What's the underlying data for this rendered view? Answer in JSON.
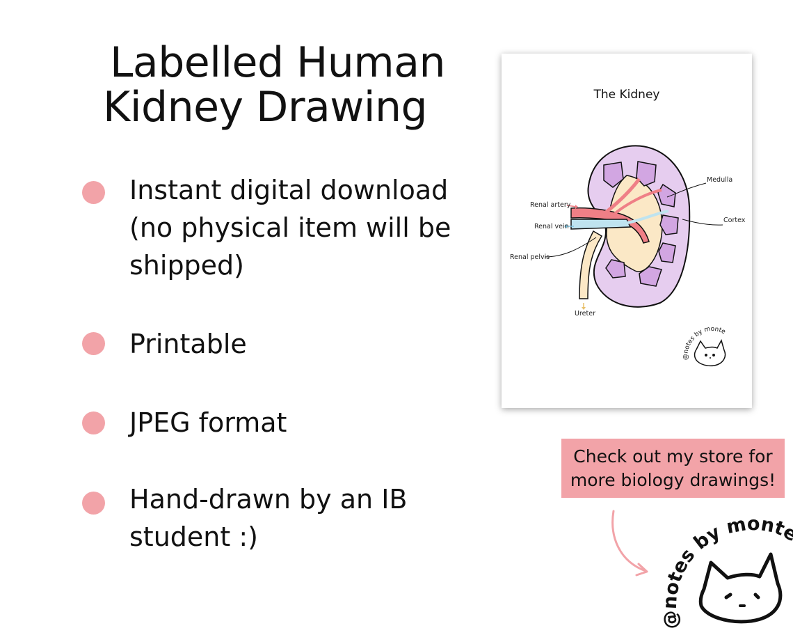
{
  "headline": {
    "line1": "Labelled Human",
    "line2": "Kidney Drawing"
  },
  "features": [
    {
      "text": "Instant digital download\n(no physical item will be\nshipped)"
    },
    {
      "text": "Printable"
    },
    {
      "text": "JPEG format"
    },
    {
      "text": "Hand-drawn by an IB\nstudent :)"
    }
  ],
  "card": {
    "title": "The Kidney",
    "labels": {
      "medulla": "Medulla",
      "cortex": "Cortex",
      "renal_artery": "Renal artery",
      "renal_vein": "Renal vein",
      "renal_pelvis": "Renal pelvis",
      "ureter": "Ureter"
    },
    "watermark": "@notes by monte"
  },
  "cta": {
    "text": "Check out my store for\nmore biology drawings!"
  },
  "logo": {
    "text": "@notes by monte"
  },
  "colors": {
    "accent_pink": "#f2a3a8",
    "kidney_purple": "#e6cdef",
    "pyramid_purple": "#d2a6e2",
    "artery_red": "#ef7f86",
    "vein_blue": "#bfe3ef",
    "pelvis_cream": "#fbe8c6"
  },
  "icons": [
    "cat-face-icon",
    "curved-arrow-icon",
    "bullet-dot-icon"
  ]
}
